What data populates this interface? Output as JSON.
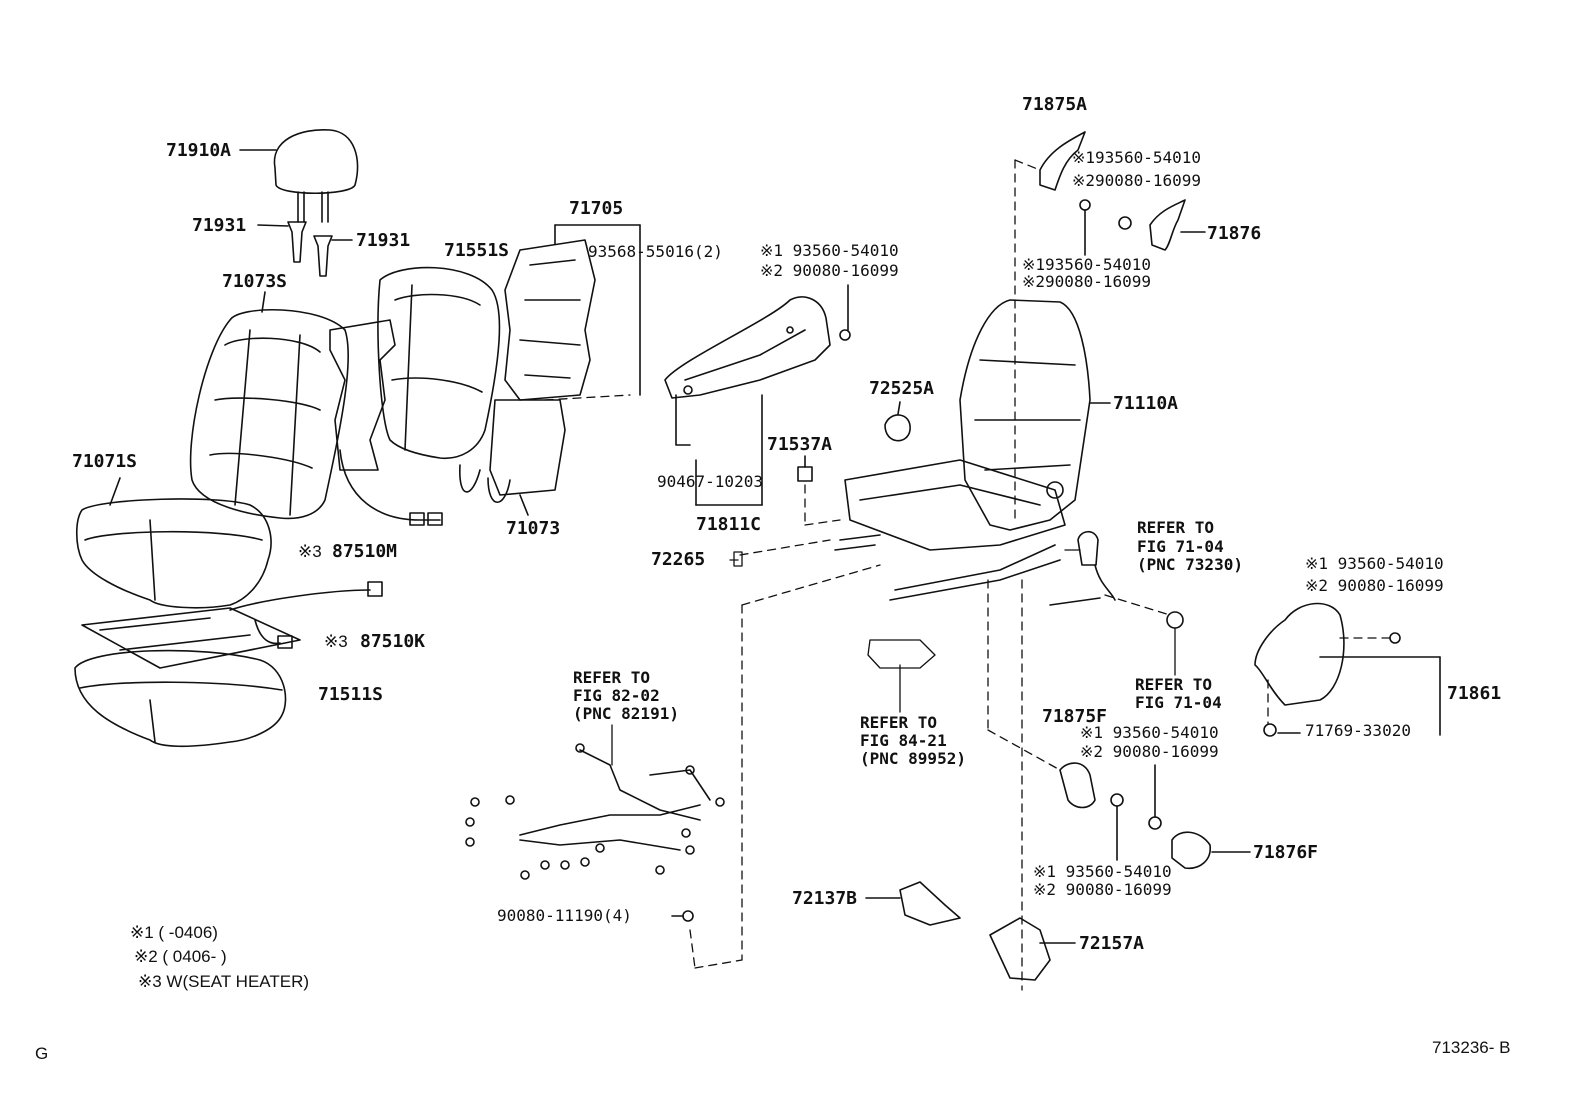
{
  "diagram": {
    "figure_code": "713236- B",
    "corner_letter": "G"
  },
  "parts": {
    "p71910A": "71910A",
    "p71931_left": "71931",
    "p71931_right": "71931",
    "p71073S": "71073S",
    "p71551S": "71551S",
    "p71705": "71705",
    "p93568": "93568-55016(2)",
    "p71071S": "71071S",
    "p87510M": "87510M",
    "p71073": "71073",
    "p87510K": "87510K",
    "p71511S": "71511S",
    "p71811C": "71811C",
    "p90467": "90467-10203",
    "p71537A": "71537A",
    "p72265": "72265",
    "p72525A": "72525A",
    "p71110A": "71110A",
    "p71875A": "71875A",
    "p71876": "71876",
    "p71861": "71861",
    "p71769": "71769-33020",
    "p71875F": "71875F",
    "p71876F": "71876F",
    "p72137B": "72137B",
    "p72157A": "72157A",
    "p90080_11190": "90080-11190(4)"
  },
  "mark_labels": {
    "s3_87510M": "※3",
    "s3_87510K": "※3",
    "arm_s1": "※1 93560-54010",
    "arm_s2": "※2 90080-16099",
    "top_s1": "※193560-54010",
    "top_s2": "※290080-16099",
    "mid_s1": "※193560-54010",
    "mid_s2": "※290080-16099",
    "right_s1": "※1 93560-54010",
    "right_s2": "※2 90080-16099",
    "f_s1": "※1 93560-54010",
    "f_s2": "※2 90080-16099",
    "bot_s1": "※1 93560-54010",
    "bot_s2": "※2 90080-16099"
  },
  "refers": {
    "r7104a_1": "REFER TO",
    "r7104a_2": "FIG 71-04",
    "r7104a_3": "(PNC 73230)",
    "r7104b_1": "REFER TO",
    "r7104b_2": "FIG 71-04",
    "r8202_1": "REFER TO",
    "r8202_2": "FIG 82-02",
    "r8202_3": "(PNC 82191)",
    "r8421_1": "REFER TO",
    "r8421_2": "FIG 84-21",
    "r8421_3": "(PNC 89952)"
  },
  "legend": {
    "l1": "※1 (       -0406)",
    "l2": "※2 ( 0406-       )",
    "l3": "※3    W(SEAT HEATER)"
  }
}
